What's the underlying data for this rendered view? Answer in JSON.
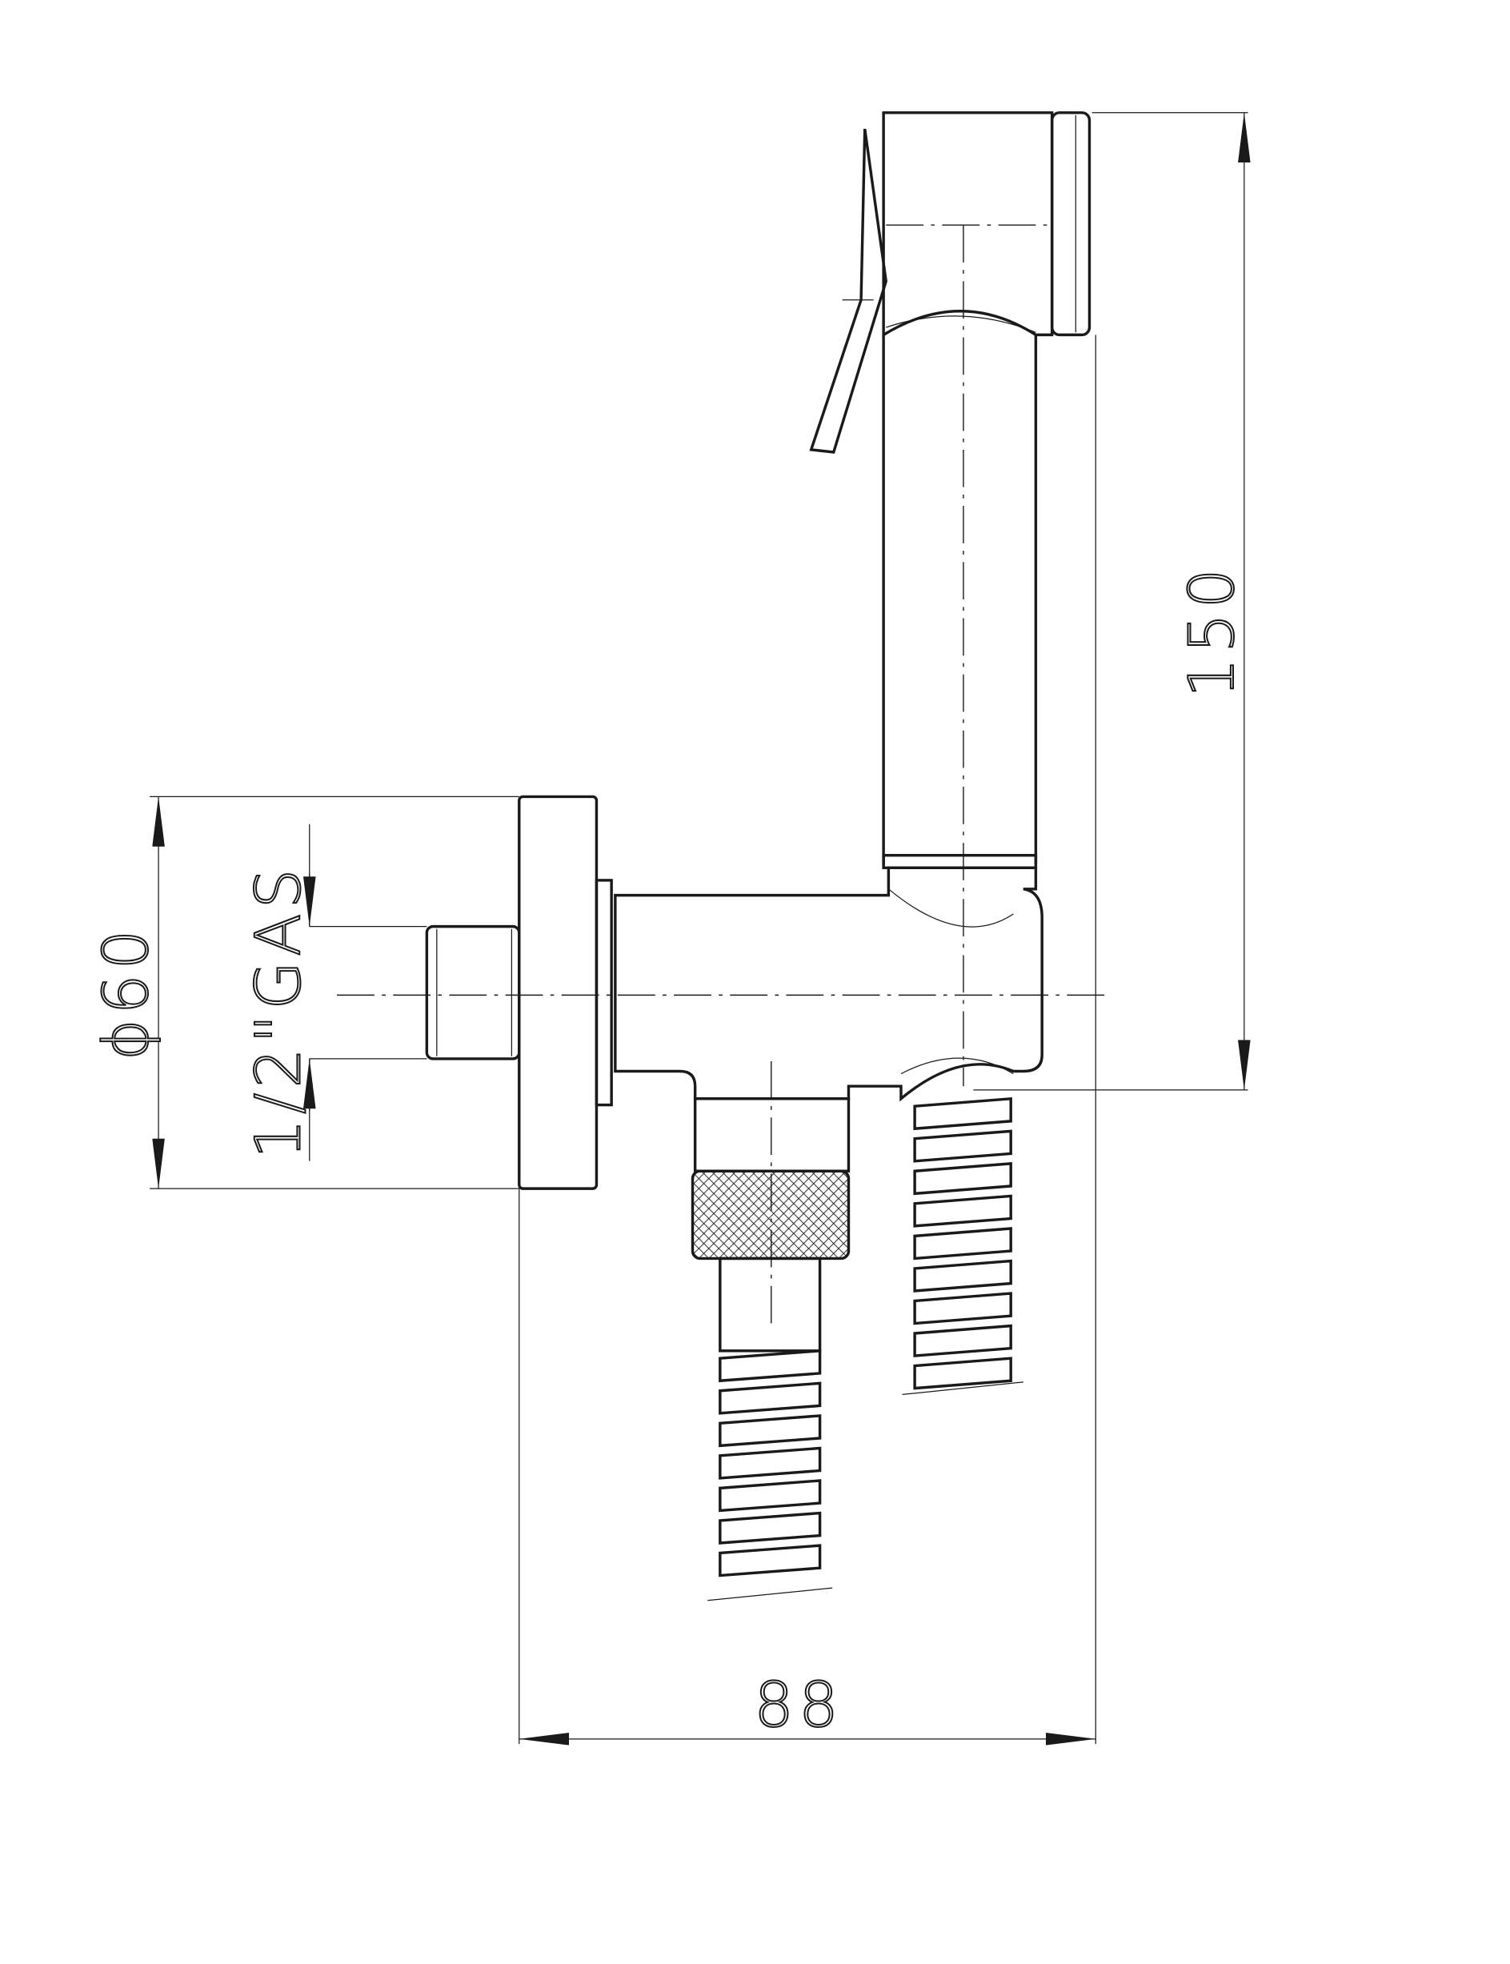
{
  "drawing": {
    "dimensions": {
      "height_label": "150",
      "diameter_label": "ϕ60",
      "thread_label": "1/2\"GAS",
      "width_label": "88"
    },
    "colors": {
      "line": "#1a1a1a",
      "background": "#ffffff"
    }
  }
}
